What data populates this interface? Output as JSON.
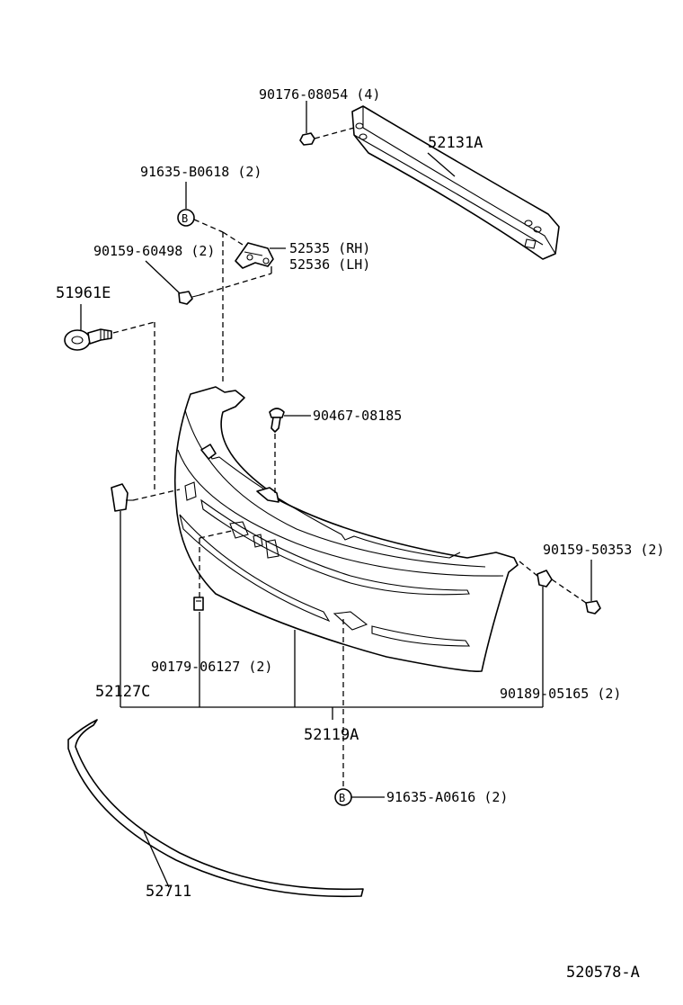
{
  "diagram": {
    "drawing_number": "520578-A",
    "callouts": {
      "bolt_upper_reinf": "90176-08054 (4)",
      "reinforcement": "52131A",
      "clip_b_upper": "91635-B0618 (2)",
      "screw_upper": "90159-60498 (2)",
      "retainer_rh": "52535 (RH)",
      "retainer_lh": "52536 (LH)",
      "hook": "51961E",
      "clip_center": "90467-08185",
      "screw_side": "90159-50353 (2)",
      "clip_lower": "90179-06127 (2)",
      "cap": "52127C",
      "nut_side": "90189-05165 (2)",
      "bumper_cover": "52119A",
      "clip_b_lower": "91635-A0616 (2)",
      "spoiler": "52711"
    },
    "circle_marker": "B"
  }
}
